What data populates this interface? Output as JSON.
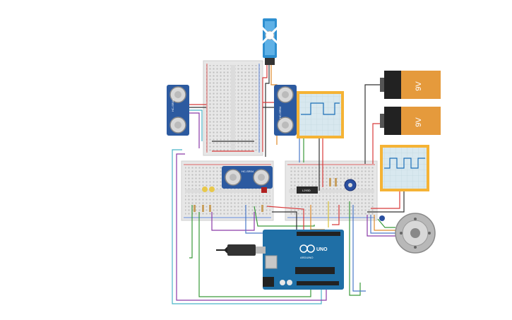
{
  "components": {
    "batteries": [
      {
        "label": "9V"
      },
      {
        "label": "9V"
      }
    ],
    "sonar_sensors": [
      {
        "label": "HC-SR04"
      },
      {
        "label": "HC-SR04"
      },
      {
        "label": "HC-SR04"
      }
    ],
    "arduino": {
      "logo_text": "UNO",
      "brand_text": "ARDUINO"
    },
    "ic_chip": {
      "label": "L293D"
    }
  },
  "colors": {
    "breadboard": "#e7e7e7",
    "breadboard_edge": "#cfcfcf",
    "arduino_board": "#1f6fa6",
    "sensor_board": "#2c5aa0",
    "oscilloscope_frame": "#f5b335",
    "oscilloscope_screen": "#d8e8ef",
    "waveform": "#1b6fb8",
    "battery_orange": "#e59a3c",
    "battery_black": "#222222",
    "wire_red": "#d83a3a",
    "wire_black": "#333333",
    "wire_green": "#3a9a3a",
    "wire_blue": "#4a78c8",
    "wire_purple": "#8a3aa8",
    "wire_cyan": "#49b4c8",
    "wire_orange": "#e08a2a",
    "wire_yellow": "#d8c23a"
  },
  "icons": [
    "servo-icon",
    "dc-motor-icon",
    "potentiometer-icon",
    "usb-plug-icon"
  ]
}
